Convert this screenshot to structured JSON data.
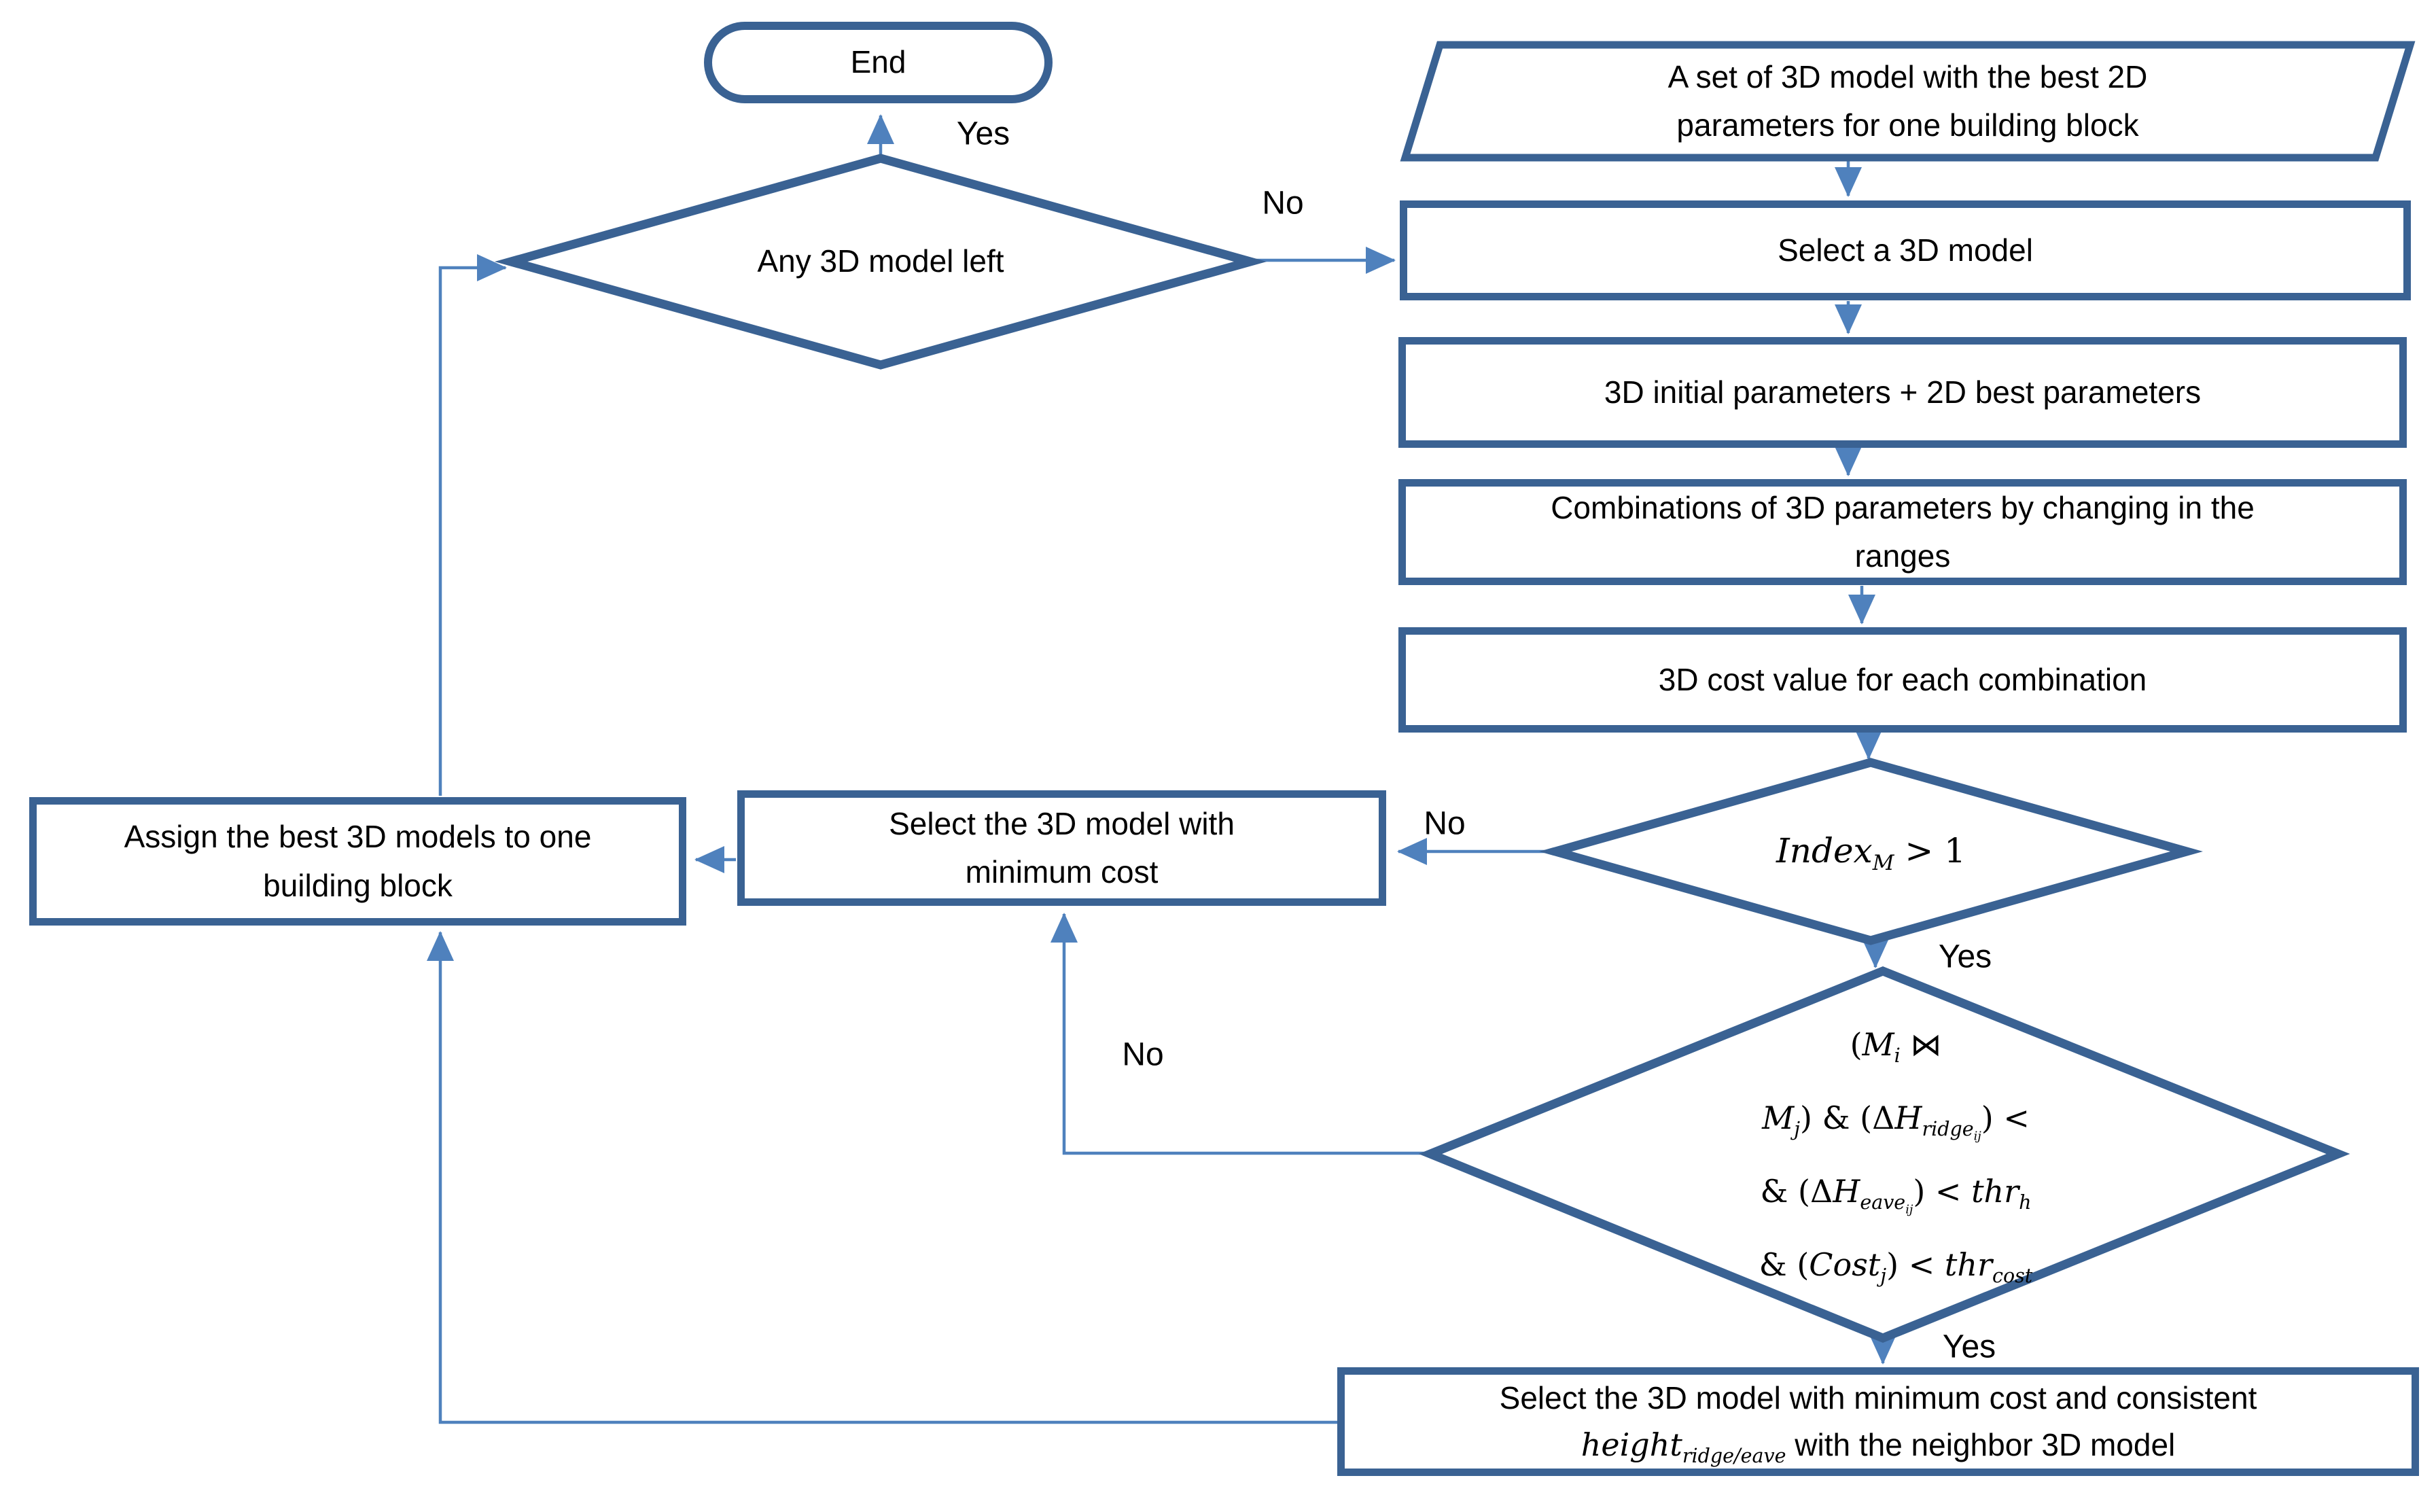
{
  "colors": {
    "shape_border": "#3A6293",
    "arrow": "#4F81BD",
    "text": "#000000",
    "background": "#FFFFFF"
  },
  "nodes": {
    "end": {
      "label": "End"
    },
    "any_model": {
      "label": "Any 3D model left"
    },
    "input_set": {
      "lines": [
        "A set of 3D model with the best 2D",
        "parameters for one building block"
      ]
    },
    "select_model": {
      "label": "Select a 3D model"
    },
    "init_params": {
      "label": "3D initial parameters + 2D best parameters"
    },
    "combinations": {
      "lines": [
        "Combinations of 3D parameters by changing in the",
        "ranges"
      ]
    },
    "cost_value": {
      "label": "3D cost value for each combination"
    },
    "index_check": {
      "label_html": "<i>Index</i><sub><i>M</i></sub> &gt; 1"
    },
    "neighbor_check": {
      "lines_html": [
        "(<i>M</i><sub><i>i</i></sub> ⋈",
        "<i>M</i><sub><i>j</i></sub>) &amp; (Δ<i>H</i><sub><i>ridge</i><sub><i>ij</i></sub></sub>) &lt;",
        "&amp; (Δ<i>H</i><sub><i>eave</i><sub><i>ij</i></sub></sub>) &lt; <i>thr</i><sub><i>h</i></sub>",
        "&amp; (<i>Cost</i><sub><i>j</i></sub>) &lt; <i>thr</i><sub><i>cost</i></sub>"
      ]
    },
    "select_min_cost": {
      "lines": [
        "Select the 3D model with",
        "minimum cost"
      ]
    },
    "assign_best": {
      "lines": [
        "Assign the best 3D models to one",
        "building block"
      ]
    },
    "select_consistent": {
      "line1": "Select the 3D model with minimum cost and consistent",
      "line2_html": "<span class=\"math\"><i>height</i><sub><i>ridge/eave</i></sub></span> with the neighbor 3D model"
    }
  },
  "edge_labels": {
    "yes_end": "Yes",
    "no_any": "No",
    "no_index": "No",
    "yes_index": "Yes",
    "no_neighbor": "No",
    "yes_neighbor": "Yes"
  }
}
